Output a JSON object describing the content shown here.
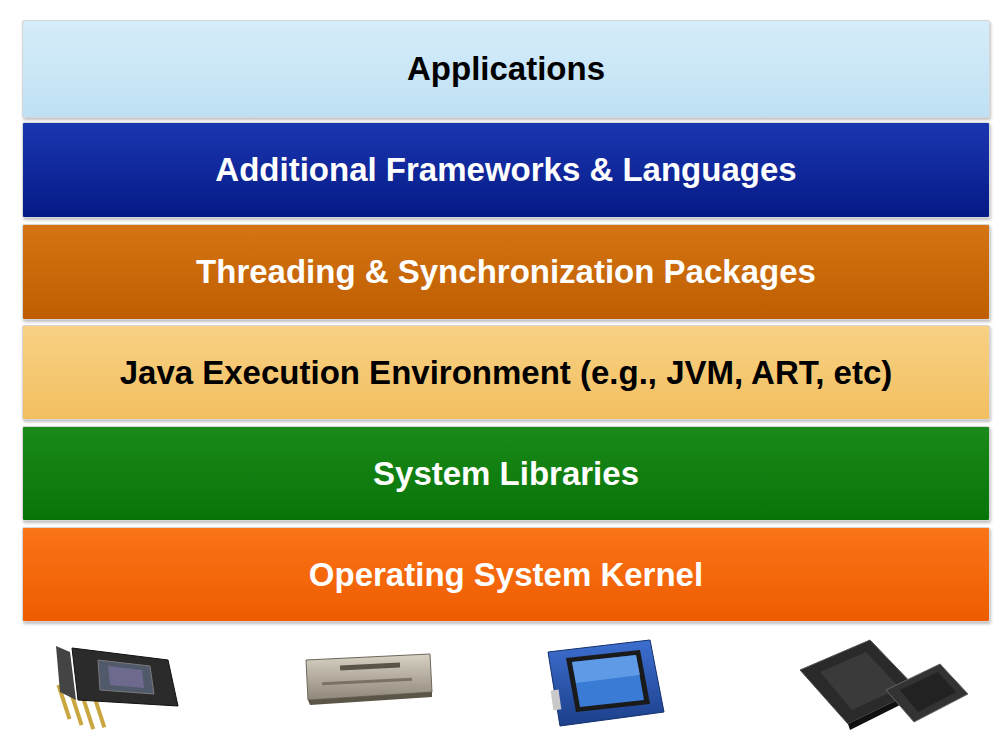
{
  "diagram": {
    "nodes": [
      {
        "text": [
          "Applications"
        ]
      },
      {
        "text": [
          "Additional Frameworks & Languages"
        ]
      },
      {
        "text": [
          "Threading & Synchronization Packages"
        ]
      },
      {
        "text": [
          "Java Execution Environment (e.g., JVM, ART, etc)"
        ]
      },
      {
        "text": [
          "System Libraries"
        ]
      },
      {
        "text": [
          "Operating System Kernel"
        ]
      }
    ]
  }
}
